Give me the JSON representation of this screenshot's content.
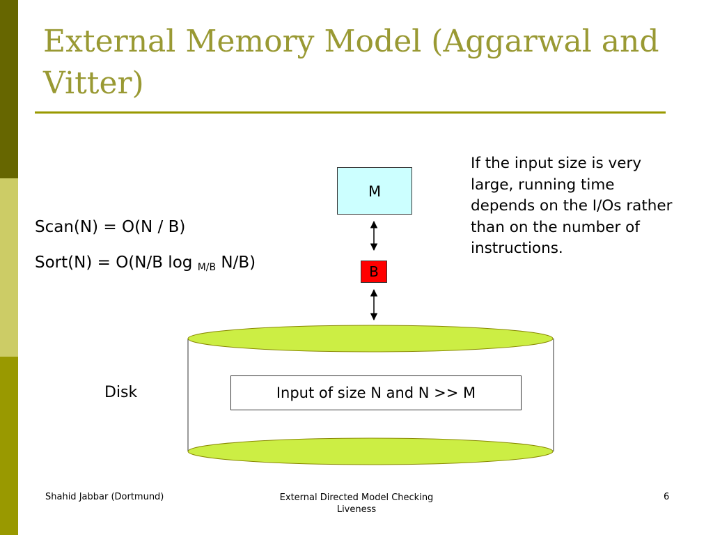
{
  "slide": {
    "title": "External Memory Model (Aggarwal and Vitter)",
    "formulas": {
      "scan": "Scan(N) = O(N / B)",
      "sort_prefix": "Sort(N) = O(N/B log ",
      "sort_subscript": "M/B",
      "sort_suffix": " N/B)"
    },
    "diagram": {
      "memory_label": "M",
      "block_label": "B",
      "disk_label": "Disk",
      "input_label": "Input of size N and N >> M"
    },
    "note": "If the input size is very large, running time depends on the I/Os rather than on the number of instructions."
  },
  "footer": {
    "left": "Shahid Jabbar (Dortmund)",
    "center": "External Directed Model Checking Liveness",
    "page_number": "6"
  },
  "colors": {
    "title": "#999933",
    "rule": "#999900",
    "memory_box": "#ccffff",
    "block_box": "#ff0000",
    "disk_ellipse": "#ccee44",
    "sidebar_top": "#666600",
    "sidebar_mid": "#cccc66",
    "sidebar_bottom": "#999900"
  }
}
